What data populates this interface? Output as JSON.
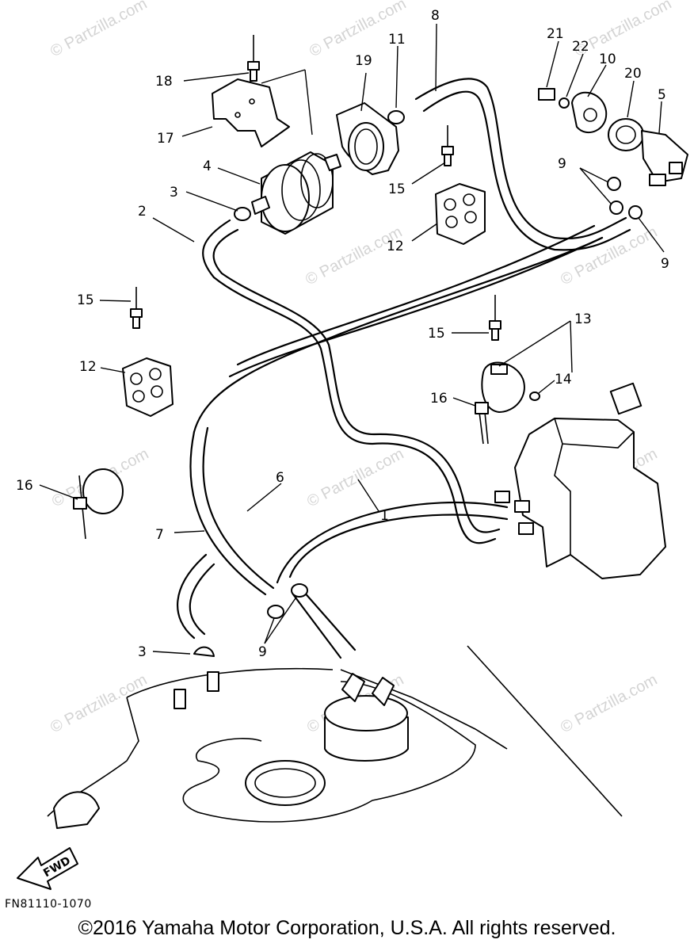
{
  "callouts": {
    "c1": "1",
    "c2": "2",
    "c3a": "3",
    "c3b": "3",
    "c4": "4",
    "c5": "5",
    "c6": "6",
    "c7": "7",
    "c8": "8",
    "c9a": "9",
    "c9b": "9",
    "c9c": "9",
    "c10": "10",
    "c11": "11",
    "c12a": "12",
    "c12b": "12",
    "c13": "13",
    "c14": "14",
    "c15a": "15",
    "c15b": "15",
    "c15c": "15",
    "c16a": "16",
    "c16b": "16",
    "c17": "17",
    "c18": "18",
    "c19": "19",
    "c20": "20",
    "c21": "21",
    "c22": "22"
  },
  "fwd_label": "FWD",
  "watermark": "© Partzilla.com",
  "diagram_code": "FN81110-1070",
  "copyright": "©2016  Yamaha Motor Corporation, U.S.A. All rights reserved."
}
